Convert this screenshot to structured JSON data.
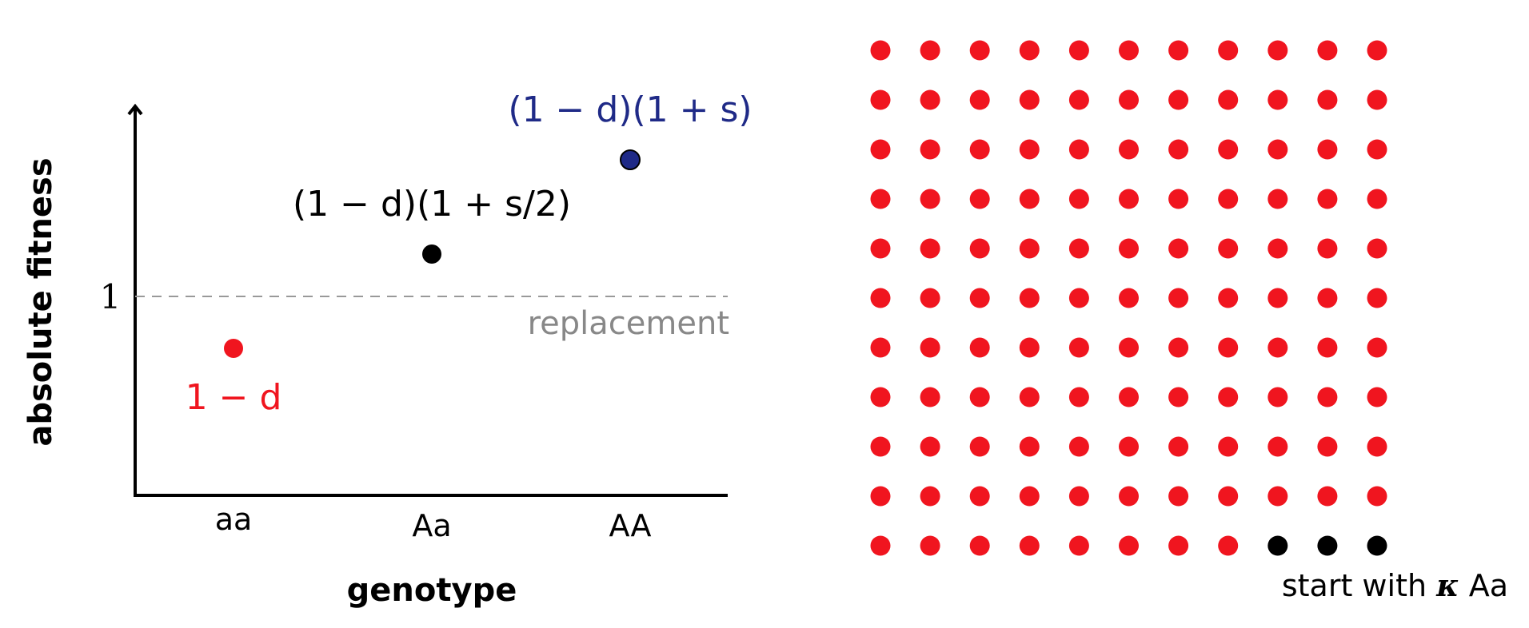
{
  "colors": {
    "red": "#f0151f",
    "black": "#000000",
    "blue": "#1f2a87",
    "gray": "#888888"
  },
  "left_panel": {
    "y_axis_title": "absolute fitness",
    "x_axis_title": "genotype",
    "y_tick_label": "1",
    "x_tick_labels": [
      "aa",
      "Aa",
      "AA"
    ],
    "reference_line_label": "replacement",
    "points": [
      {
        "genotype": "aa",
        "fitness_label": "1 − d",
        "color": "red",
        "relative_value": 0.75
      },
      {
        "genotype": "Aa",
        "fitness_label": "(1 − d)(1 + s/2)",
        "color": "black",
        "relative_value": 1.22
      },
      {
        "genotype": "AA",
        "fitness_label": "(1 − d)(1 + s)",
        "color": "blue",
        "relative_value": 1.7
      }
    ]
  },
  "right_panel": {
    "grid_rows": 11,
    "grid_cols": 11,
    "black_dot_count": 3,
    "black_dot_position": "bottom-right",
    "caption_prefix": "start with ",
    "caption_symbol": "κ",
    "caption_suffix": " Aa"
  }
}
